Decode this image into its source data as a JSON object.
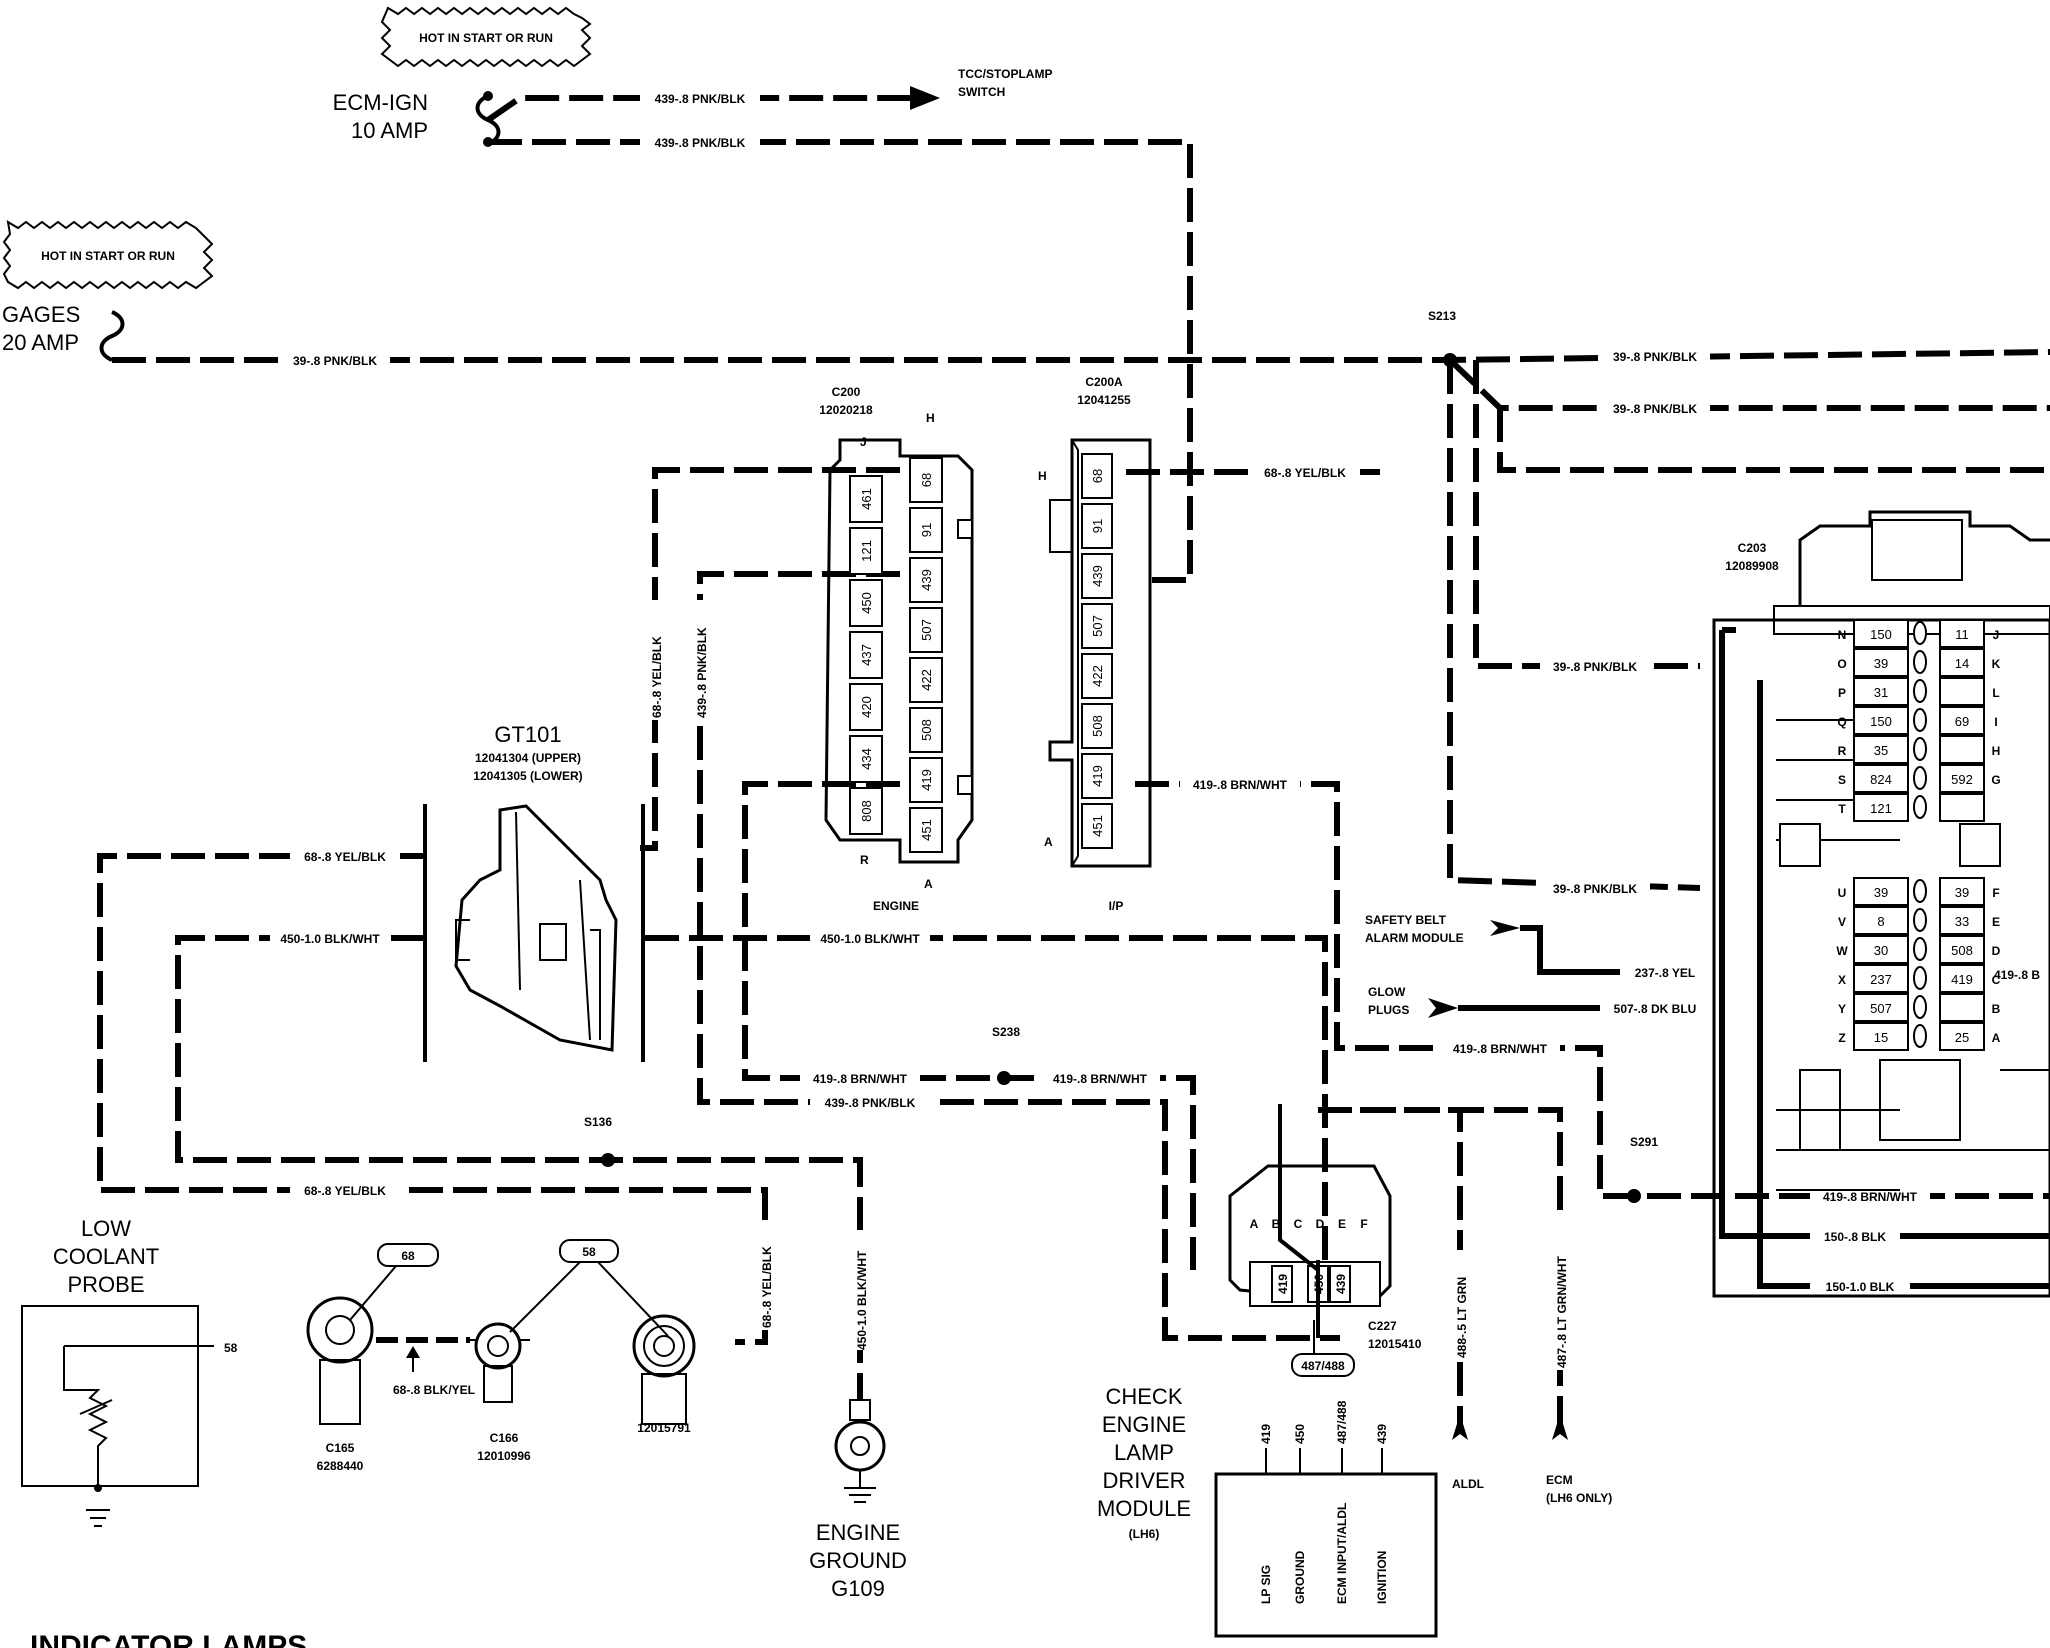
{
  "fuse_blocks": {
    "ecm_ign": {
      "hot_label": "HOT IN START OR RUN",
      "name": "ECM-IGN",
      "rating": "10 AMP"
    },
    "gages": {
      "hot_label": "HOT IN START OR RUN",
      "name": "GAGES",
      "rating": "20 AMP"
    }
  },
  "destinations": {
    "tcc": [
      "TCC/STOPLAMP",
      "SWITCH"
    ],
    "safety_belt": [
      "SAFETY BELT",
      "ALARM MODULE"
    ],
    "glow_plugs": [
      "GLOW",
      "PLUGS"
    ],
    "aldl": "ALDL",
    "ecm": [
      "ECM",
      "(LH6 ONLY)"
    ]
  },
  "wires": {
    "w439_pnk_blk": "439-.8 PNK/BLK",
    "w39_pnk_blk": "39-.8 PNK/BLK",
    "w68_yel_blk": "68-.8 YEL/BLK",
    "w450_blk_wht": "450-1.0 BLK/WHT",
    "w419_brn_wht": "419-.8 BRN/WHT",
    "w237_yel": "237-.8 YEL",
    "w507_dk_blu": "507-.8 DK BLU",
    "w150_blk": "150-.8 BLK",
    "w150_blk_10": "150-1.0 BLK",
    "w488_lt_grn": "488-.5 LT GRN",
    "w487_lt_grn_wht": "487-.8 LT GRN/WHT",
    "w68_blk_yel": "68-.8 BLK/YEL",
    "w419_trunc": "419-.8 B"
  },
  "splices": {
    "s213": "S213",
    "s238": "S238",
    "s136": "S136",
    "s291": "S291"
  },
  "connectors": {
    "c200": {
      "name": "C200",
      "part": "12020218",
      "bottom": "ENGINE",
      "letter_top": "H",
      "letter_left": "J",
      "letter_bottom": "A",
      "letter_left_bottom": "R",
      "left_pins": [
        "461",
        "121",
        "450",
        "437",
        "420",
        "434",
        "808"
      ],
      "right_pins": [
        "68",
        "91",
        "439",
        "507",
        "422",
        "508",
        "419",
        "451"
      ]
    },
    "c200a": {
      "name": "C200A",
      "part": "12041255",
      "bottom": "I/P",
      "letter_top": "H",
      "letter_bottom": "A",
      "pins": [
        "68",
        "91",
        "439",
        "507",
        "422",
        "508",
        "419",
        "451"
      ]
    },
    "c203": {
      "name": "C203",
      "part": "12089908",
      "left_letters": [
        "N",
        "O",
        "P",
        "Q",
        "R",
        "S",
        "T"
      ],
      "right_letters": [
        "J",
        "K",
        "L",
        "I",
        "H",
        "G"
      ],
      "left_pins_top": [
        "150",
        "39",
        "31",
        "150",
        "35",
        "824",
        "121"
      ],
      "right_pins_top": [
        "11",
        "14",
        "",
        "69",
        "",
        "592",
        ""
      ],
      "left_letters_bottom": [
        "U",
        "V",
        "W",
        "X",
        "Y",
        "Z"
      ],
      "right_letters_bottom": [
        "F",
        "E",
        "D",
        "C",
        "B",
        "A"
      ],
      "left_pins_bottom": [
        "39",
        "8",
        "30",
        "237",
        "507",
        "15"
      ],
      "right_pins_bottom": [
        "39",
        "33",
        "508",
        "419",
        "",
        "25"
      ]
    },
    "c227": {
      "name": "C227",
      "part": "12015410",
      "letters": [
        "A",
        "B",
        "C",
        "D",
        "E",
        "F"
      ],
      "pins": [
        "419",
        "450",
        "439"
      ],
      "tag": "487/488"
    },
    "c165": {
      "name": "C165",
      "part": "6288440"
    },
    "c166": {
      "name": "C166",
      "part": "12010996"
    },
    "p12015791": {
      "part": "12015791"
    },
    "pin_tag_68": "68",
    "pin_tag_58": "58"
  },
  "gt101": {
    "name": "GT101",
    "upper": "12041304 (UPPER)",
    "lower": "12041305 (LOWER)"
  },
  "low_coolant": {
    "title": [
      "LOW",
      "COOLANT",
      "PROBE"
    ],
    "pin": "58"
  },
  "engine_ground": [
    "ENGINE",
    "GROUND",
    "G109"
  ],
  "module": {
    "title": [
      "CHECK",
      "ENGINE",
      "LAMP",
      "DRIVER",
      "MODULE"
    ],
    "variant": "(LH6)",
    "pins": [
      "419",
      "450",
      "487/488",
      "439"
    ],
    "functions": [
      "LP SIG",
      "GROUND",
      "ECM INPUT/ALDL",
      "IGNITION"
    ]
  },
  "footer_title": "INDICATOR LAMPS"
}
